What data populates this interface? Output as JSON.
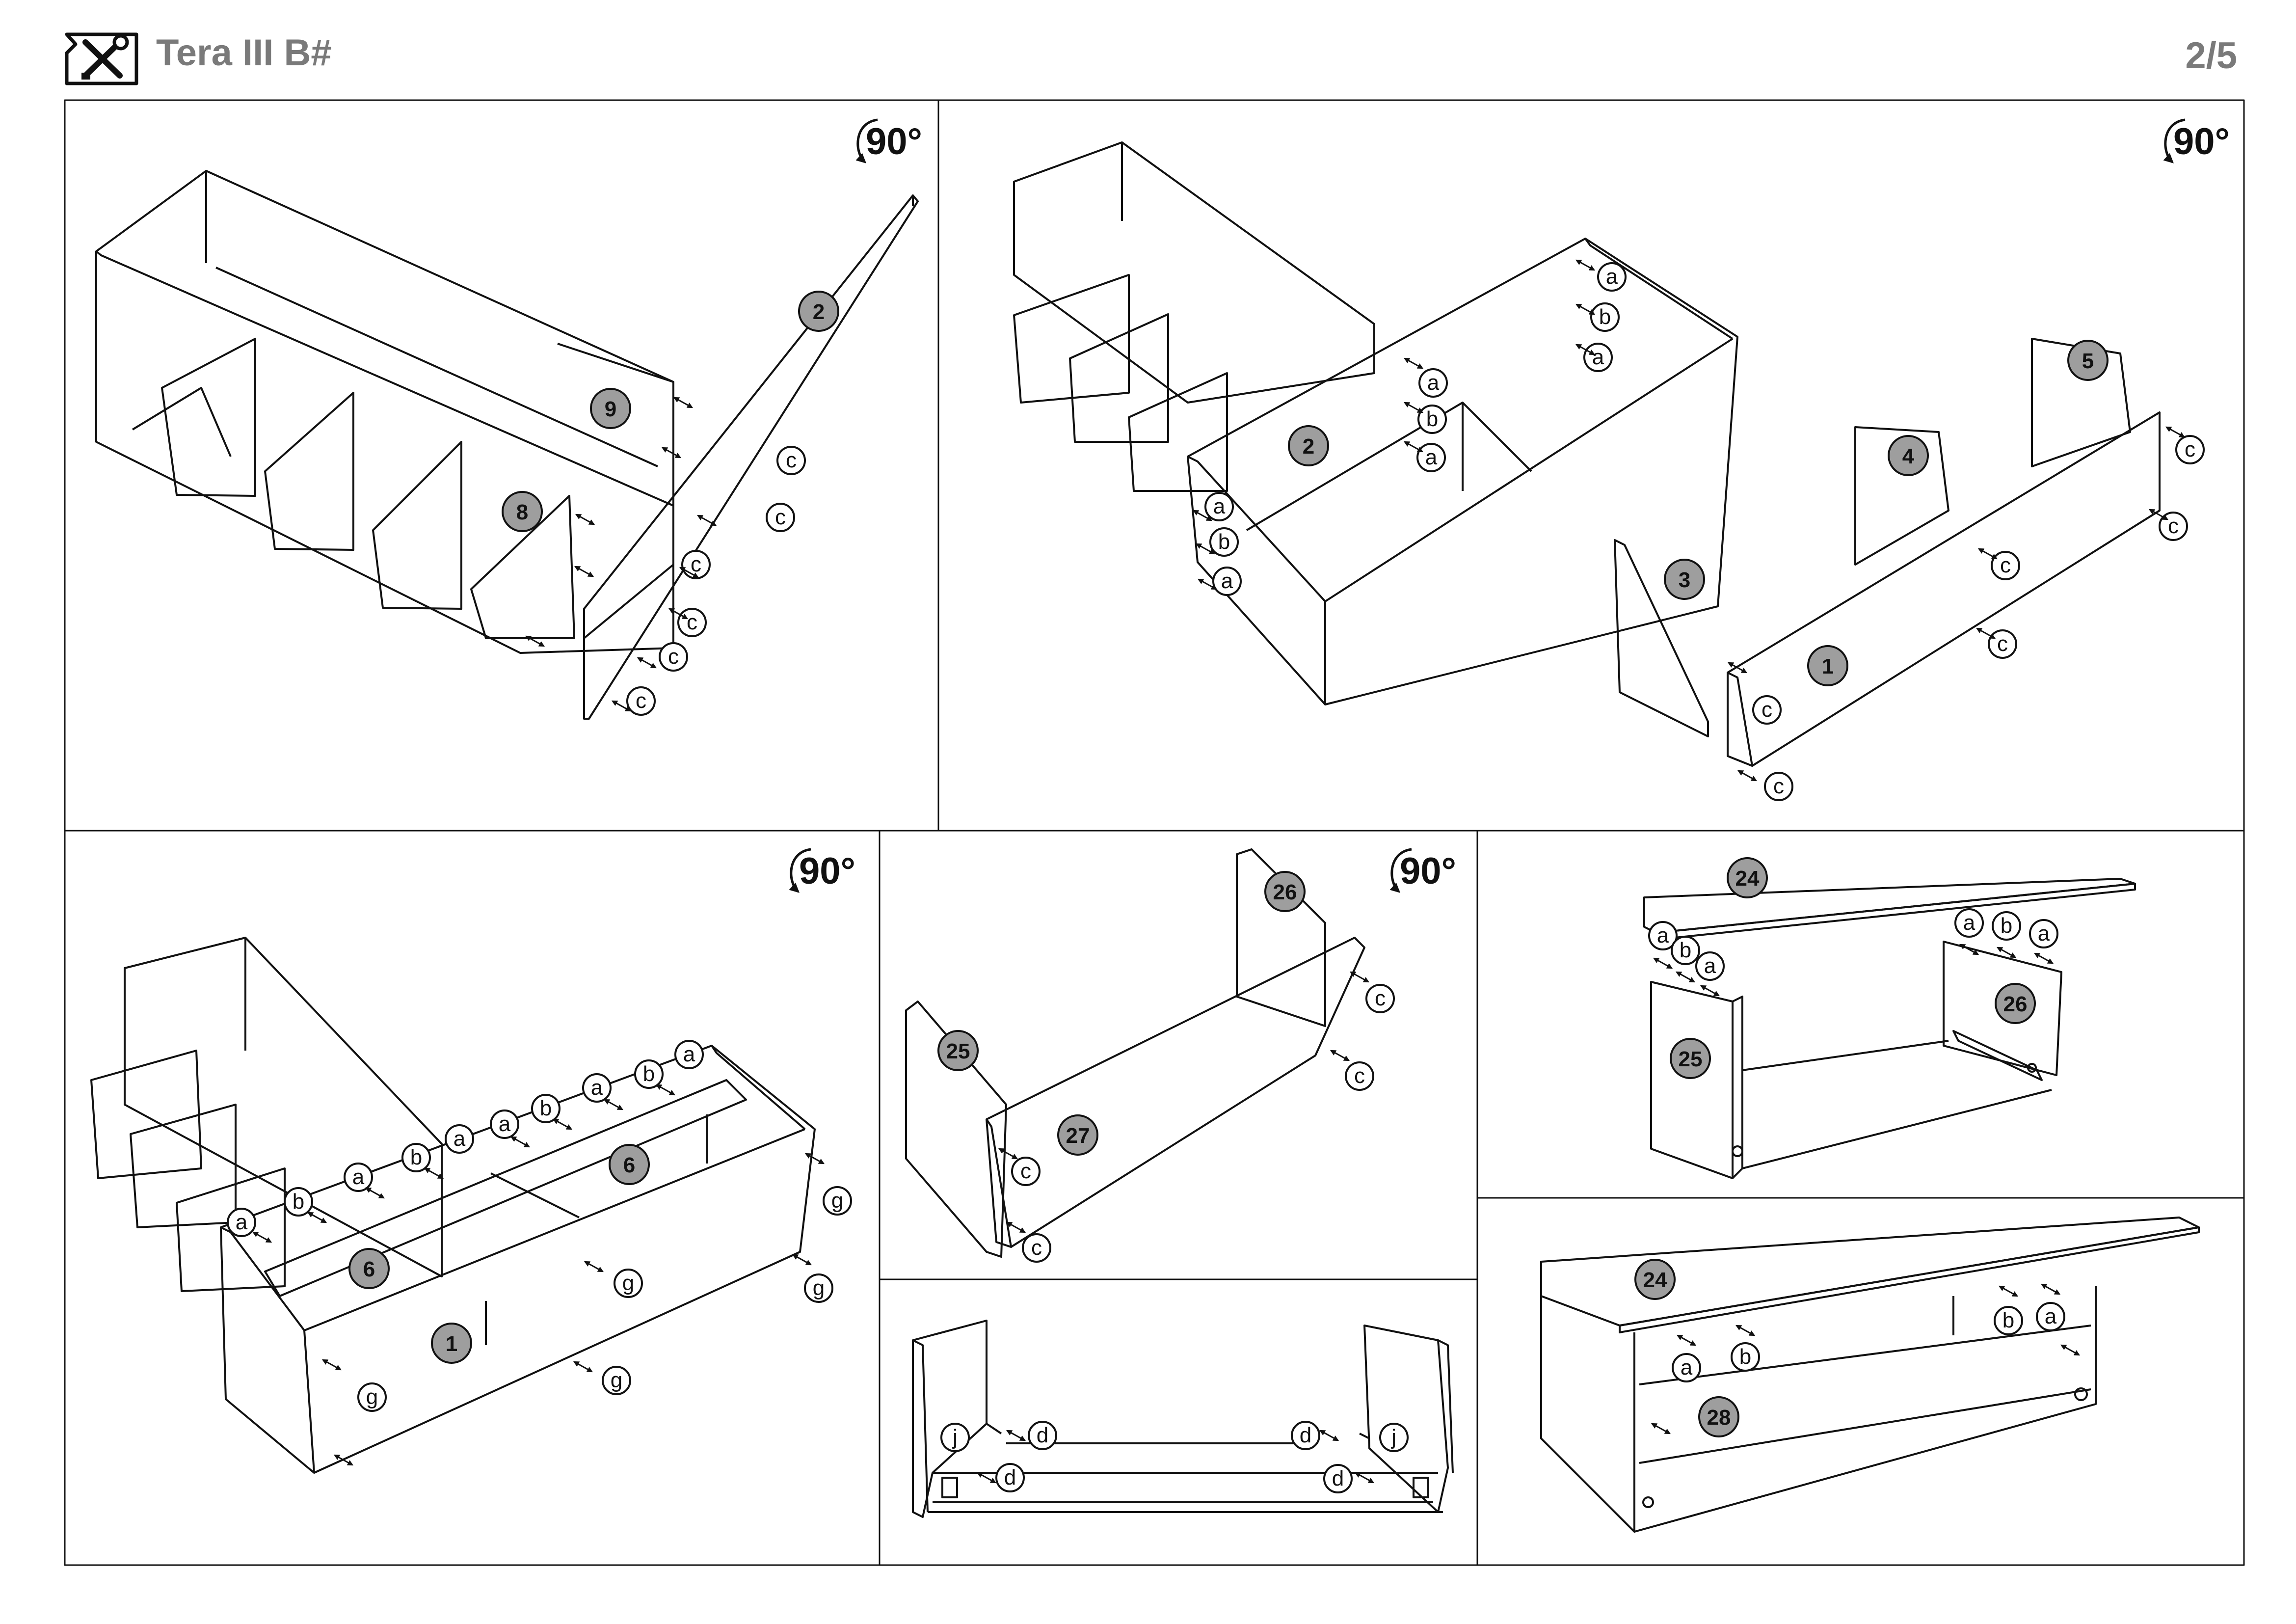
{
  "header": {
    "title": "Tera III B#",
    "page": "2/5",
    "icon": "tools-icon"
  },
  "rotation_label": "90°",
  "panels": [
    {
      "id": "step-1",
      "rotate": true,
      "part_labels": [
        "2",
        "9",
        "8"
      ],
      "fastener_labels": [
        "c",
        "c",
        "c",
        "c",
        "c",
        "c"
      ]
    },
    {
      "id": "step-2",
      "rotate": true,
      "part_labels": [
        "2",
        "5",
        "4",
        "3",
        "1"
      ],
      "fastener_labels": [
        "a",
        "b",
        "a",
        "a",
        "b",
        "a",
        "a",
        "b",
        "a",
        "c",
        "c",
        "c",
        "c",
        "c",
        "c"
      ]
    },
    {
      "id": "step-3",
      "rotate": true,
      "part_labels": [
        "6",
        "6",
        "1"
      ],
      "fastener_labels": [
        "a",
        "b",
        "a",
        "b",
        "a",
        "a",
        "b",
        "a",
        "b",
        "a",
        "g",
        "g",
        "g",
        "g",
        "g"
      ]
    },
    {
      "id": "step-4",
      "rotate": true,
      "part_labels": [
        "26",
        "25",
        "27"
      ],
      "fastener_labels": [
        "c",
        "c",
        "c",
        "c"
      ]
    },
    {
      "id": "step-5",
      "rotate": false,
      "part_labels": [
        "24",
        "25",
        "26"
      ],
      "fastener_labels": [
        "a",
        "b",
        "a",
        "a",
        "b",
        "a"
      ]
    },
    {
      "id": "step-6",
      "rotate": false,
      "part_labels": [],
      "fastener_labels": [
        "j",
        "d",
        "d",
        "d",
        "d",
        "j"
      ]
    },
    {
      "id": "step-7",
      "rotate": false,
      "part_labels": [
        "24",
        "28"
      ],
      "fastener_labels": [
        "a",
        "b",
        "b",
        "a"
      ]
    }
  ]
}
